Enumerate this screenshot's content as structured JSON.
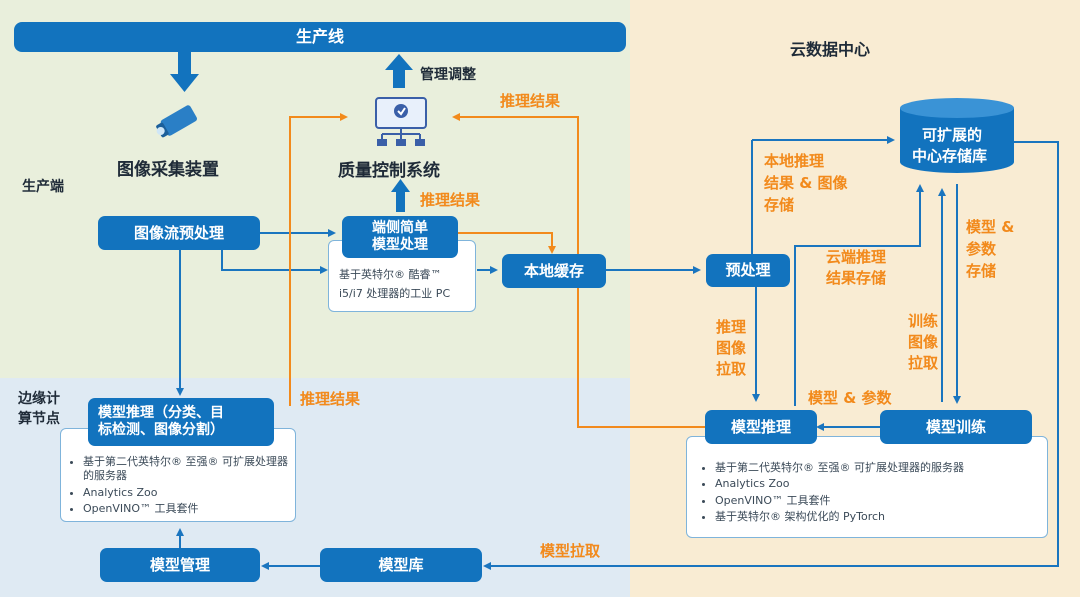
{
  "colors": {
    "box": "#1273be",
    "blue_arrow": "#1a75bf",
    "orange_arrow": "#f28a1c",
    "edge_bg": "#e9efdc",
    "node_bg": "#dfeaf3",
    "cloud_bg": "#f9ecd3"
  },
  "header": {
    "production_line": "生产线",
    "cloud_title": "云数据中心"
  },
  "regions": {
    "edge": "生产端",
    "node_line1": "边缘计",
    "node_line2": "算节点"
  },
  "labels": {
    "management": "管理调整",
    "camera": "图像采集装置",
    "qc": "质量控制系统",
    "infer_result_top": "推理结果",
    "infer_result_mid": "推理结果",
    "infer_result_left": "推理结果",
    "local_store_l1": "本地推理",
    "local_store_l2": "结果 & 图像",
    "local_store_l3": "存储",
    "cloud_store_l1": "云端推理",
    "cloud_store_l2": "结果存储",
    "model_params_l1": "模型 &",
    "model_params_l2": "参数",
    "model_params_l3": "存储",
    "pull_l1": "推理",
    "pull_l2": "图像",
    "pull_l3": "拉取",
    "train_pull_l1": "训练",
    "train_pull_l2": "图像",
    "train_pull_l3": "拉取",
    "model_and_params": "模型 & 参数",
    "model_pull": "模型拉取"
  },
  "boxes": {
    "stream": "图像流预处理",
    "edge_simple_l1": "端侧简单",
    "edge_simple_l2": "模型处理",
    "cache": "本地缓存",
    "preprocess": "预处理",
    "storage_l1": "可扩展的",
    "storage_l2": "中心存储库",
    "node_infer_l1": "模型推理（分类、目",
    "node_infer_l2": "标检测、图像分割）",
    "model_mgmt": "模型管理",
    "model_lib": "模型库",
    "cloud_infer": "模型推理",
    "cloud_train": "模型训练"
  },
  "notes": {
    "ipc_l1": "基于英特尔® 酷睿™",
    "ipc_l2": "i5/i7 处理器的工业 PC",
    "node_items": [
      "基于第二代英特尔® 至强® 可扩展处理器的服务器",
      "Analytics Zoo",
      "OpenVINO™ 工具套件"
    ],
    "cloud_items": [
      "基于第二代英特尔® 至强® 可扩展处理器的服务器",
      "Analytics Zoo",
      "OpenVINO™ 工具套件",
      "基于英特尔® 架构优化的 PyTorch"
    ]
  },
  "icons": {
    "camera": "camera-icon",
    "monitor": "monitor-network-icon"
  }
}
